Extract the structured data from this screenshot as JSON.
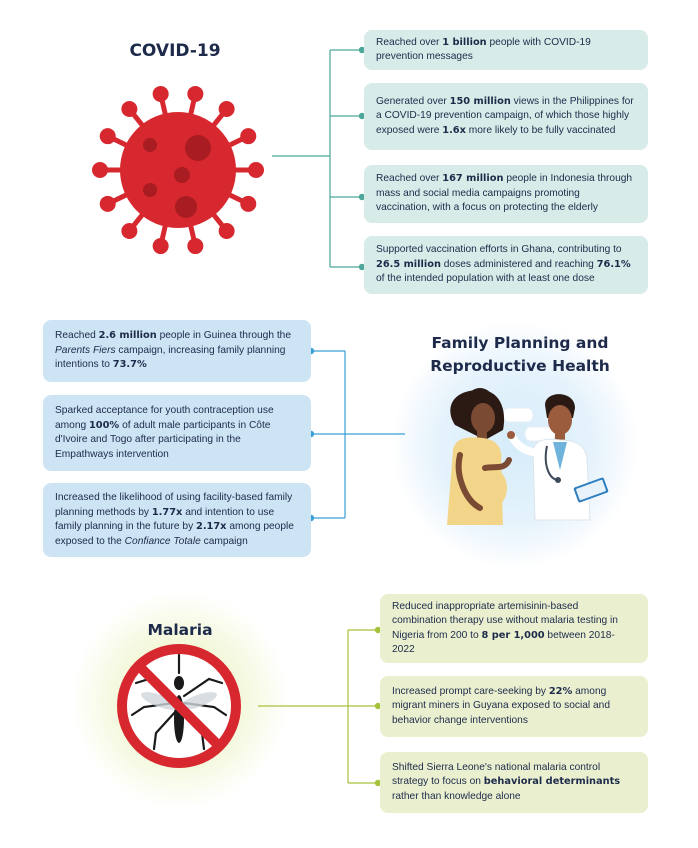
{
  "covid": {
    "title": "COVID-19",
    "icon": "virus-icon",
    "color": "#d7282f",
    "items": [
      {
        "pre": "Reached over ",
        "bold": "1 billion",
        "post": " people with COVID-19 prevention messages"
      },
      {
        "pre": "Generated over ",
        "bold": "150 million",
        "mid": " views in the Philippines for a COVID-19 prevention campaign, of which those highly exposed were ",
        "bold2": "1.6x",
        "post": " more likely to be fully vaccinated"
      },
      {
        "pre": "Reached over ",
        "bold": "167 million",
        "post": " people in Indonesia through mass and social media campaigns promoting vaccination, with a focus on protecting the elderly"
      },
      {
        "pre": "Supported vaccination efforts in Ghana, contributing to ",
        "bold": "26.5 million",
        "mid": " doses administered and reaching ",
        "bold2": "76.1%",
        "post": " of the intended population with at least one dose"
      }
    ]
  },
  "family": {
    "title_line1": "Family Planning and",
    "title_line2": "Reproductive Health",
    "icon": "doctor-patient-icon",
    "items": [
      {
        "pre": "Reached ",
        "bold": "2.6 million",
        "mid": " people in Guinea through the ",
        "italic": "Parents Fiers",
        "mid2": " campaign, increasing family planning intentions to ",
        "bold2": "73.7%",
        "post": ""
      },
      {
        "pre": "Sparked acceptance for youth contraception use among ",
        "bold": "100%",
        "post": " of adult male participants in Côte d'Ivoire and Togo after participating in the Empathways intervention"
      },
      {
        "pre": "Increased the likelihood of using facility-based family planning methods by ",
        "bold": "1.77x",
        "mid": " and intention to use family planning in the future by ",
        "bold2": "2.17x",
        "mid2": " among people exposed to the ",
        "italic": "Confiance Totale",
        "post": " campaign"
      }
    ]
  },
  "malaria": {
    "title": "Malaria",
    "icon": "no-mosquito-icon",
    "items": [
      {
        "pre": "Reduced inappropriate artemisinin-based combination therapy use without malaria testing in Nigeria from 200 to ",
        "bold": "8 per 1,000",
        "post": " between 2018-2022"
      },
      {
        "pre": "Increased prompt care-seeking by ",
        "bold": "22%",
        "post": " among migrant miners in Guyana exposed to social and behavior change interventions"
      },
      {
        "pre": "Shifted Sierra Leone's national malaria control strategy to focus on ",
        "bold": "behavioral determinants",
        "post": " rather than knowledge alone"
      }
    ]
  }
}
